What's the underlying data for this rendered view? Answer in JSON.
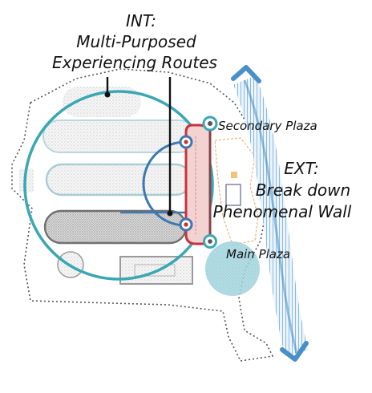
{
  "labels": {
    "int_line1": "INT:",
    "int_line2": "Multi-Purposed",
    "int_line3": "Experiencing Routes",
    "ext_line1": "EXT:",
    "ext_line2": "Break down",
    "ext_line3": "Phenomenal Wall",
    "secondary_plaza": "Secondary Plaza",
    "main_plaza": "Main Plaza"
  },
  "colors": {
    "teal_route": "#3aa7b4",
    "blue_route": "#3f78b0",
    "red_route": "#c8323c",
    "flow_arrow": "#4a8fc9",
    "plaza_fill": "#9fd3dc",
    "boundary": "#666666",
    "bars_outline": "#9bbfc4"
  }
}
